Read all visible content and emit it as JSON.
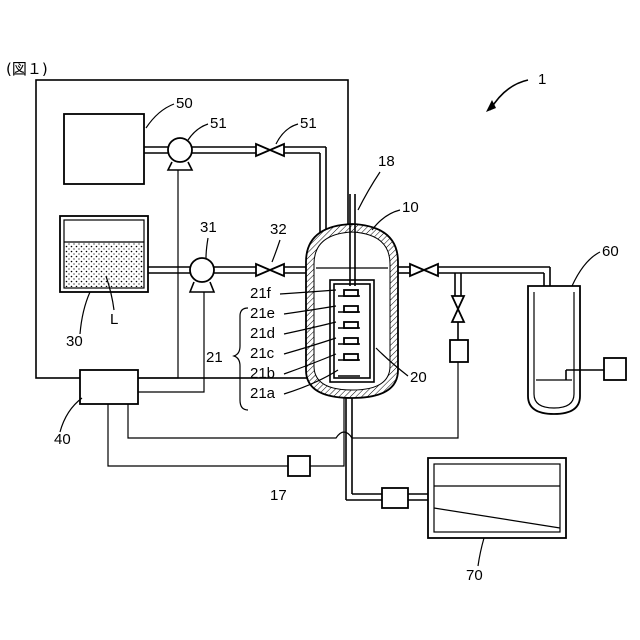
{
  "caption": "(図１)",
  "labels": {
    "system": "1",
    "tank50": "50",
    "pump51": "51",
    "valve51": "51",
    "sensor18": "18",
    "vessel10": "10",
    "pump31": "31",
    "valve32": "32",
    "tank30": "30",
    "liquid": "L",
    "controller40": "40",
    "holder20": "20",
    "group21": "21",
    "trap60": "60",
    "unit17": "17",
    "tank70": "70",
    "shelves": [
      "21f",
      "21e",
      "21d",
      "21c",
      "21b",
      "21a"
    ]
  }
}
